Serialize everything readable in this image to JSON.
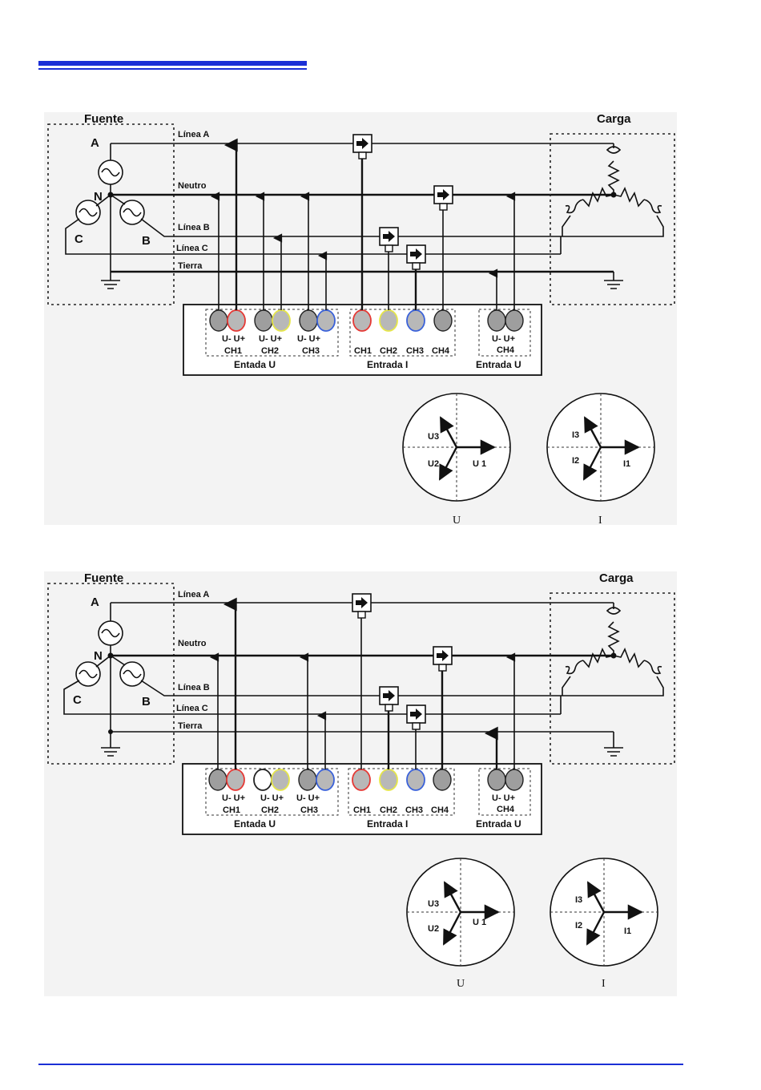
{
  "diagrams": [
    {
      "source_label": "Fuente",
      "load_label": "Carga",
      "phase_labels": {
        "a": "A",
        "n": "N",
        "b": "B",
        "c": "C"
      },
      "line_labels": [
        "Línea A",
        "Neutro",
        "Línea B",
        "Línea C",
        "Tierra"
      ],
      "u_inputs": {
        "pair_label": "U- U+",
        "channels": [
          "CH1",
          "CH2",
          "CH3"
        ],
        "group_label": "Entada U"
      },
      "i_inputs": {
        "channels": [
          "CH1",
          "CH2",
          "CH3",
          "CH4"
        ],
        "group_label": "Entrada I"
      },
      "u4_input": {
        "pair_label": "U- U+",
        "channel": "CH4",
        "group_label": "Entrada U"
      },
      "connector_colors": [
        "#9e9e9e",
        "#e53935",
        "#9e9e9e",
        "#e6e64a",
        "#9e9e9e",
        "#3b62d9",
        "#e53935",
        "#e6e64a",
        "#3b62d9",
        "#9e9e9e",
        "#9e9e9e",
        "#9e9e9e"
      ],
      "phasor_u": {
        "label": "U",
        "vectors": [
          "U 1",
          "U2",
          "U3"
        ]
      },
      "phasor_i": {
        "label": "I",
        "vectors": [
          "I1",
          "I2",
          "I3"
        ]
      }
    },
    {
      "source_label": "Fuente",
      "load_label": "Carga",
      "phase_labels": {
        "a": "A",
        "n": "N",
        "b": "B",
        "c": "C"
      },
      "line_labels": [
        "Línea A",
        "Neutro",
        "Línea B",
        "Línea C",
        "Tierra"
      ],
      "u_inputs": {
        "pair_label": "U- U+",
        "channels": [
          "CH1",
          "CH2",
          "CH3"
        ],
        "group_label": "Entada U"
      },
      "i_inputs": {
        "channels": [
          "CH1",
          "CH2",
          "CH3",
          "CH4"
        ],
        "group_label": "Entrada I"
      },
      "u4_input": {
        "pair_label": "U- U+",
        "channel": "CH4",
        "group_label": "Entrada U"
      },
      "connector_colors": [
        "#9e9e9e",
        "#e53935",
        "#ffffff",
        "#e6e64a",
        "#9e9e9e",
        "#3b62d9",
        "#e53935",
        "#e6e64a",
        "#3b62d9",
        "#9e9e9e",
        "#9e9e9e",
        "#9e9e9e"
      ],
      "phasor_u": {
        "label": "U",
        "vectors": [
          "U 1",
          "U2",
          "U3"
        ]
      },
      "phasor_i": {
        "label": "I",
        "vectors": [
          "I1",
          "I2",
          "I3"
        ]
      }
    }
  ],
  "rule_color": "#1b2fd6"
}
